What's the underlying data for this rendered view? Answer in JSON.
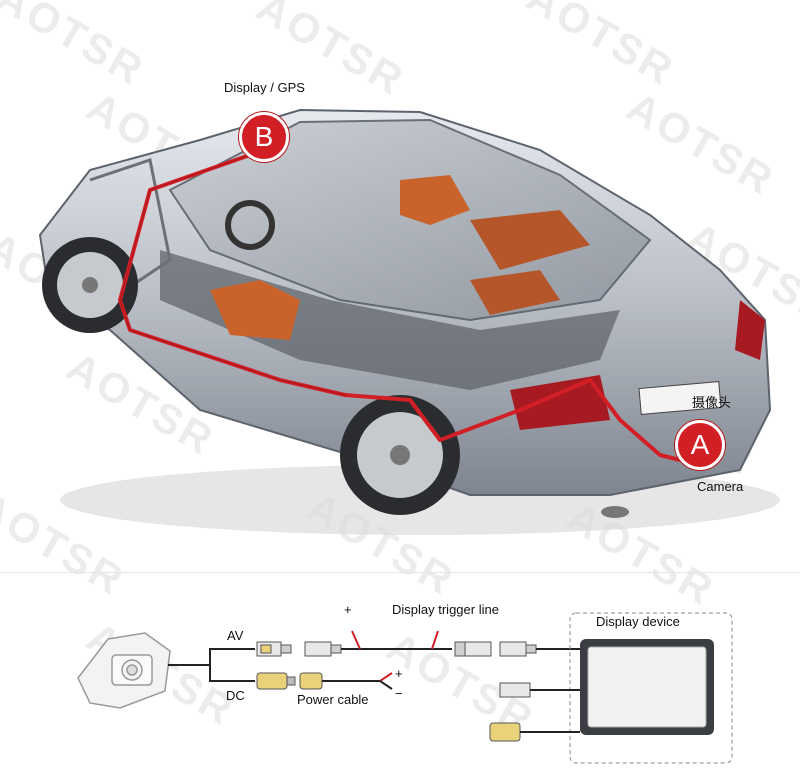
{
  "watermark": "AOTSR",
  "labels": {
    "display_gps": "Display / GPS",
    "badge_b": "B",
    "badge_a": "A",
    "camera_cn": "摄像头",
    "camera": "Camera",
    "av": "AV",
    "dc": "DC",
    "plus_top": "+",
    "display_trigger_line": "Display trigger line",
    "display_device": "Display device",
    "plus_power": "+",
    "minus_power": "−",
    "power_cable": "Power cable"
  },
  "colors": {
    "wire_red": "#d21f26",
    "car_body": "#b9bec6",
    "connector_yellow": "#e9d27a"
  }
}
